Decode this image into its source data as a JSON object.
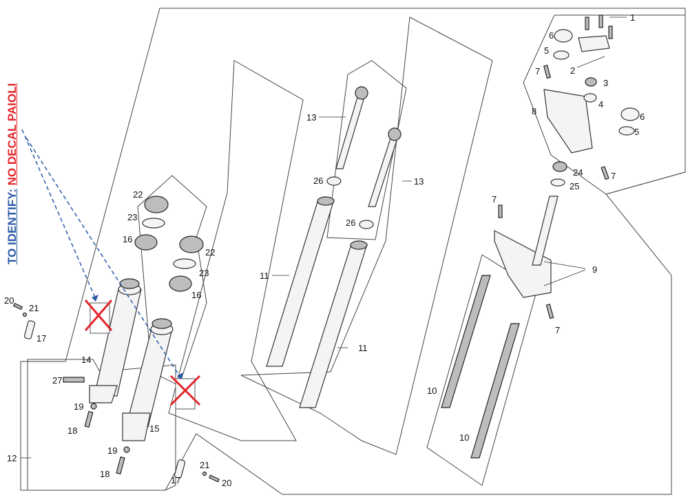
{
  "note": {
    "prefix": "TO IDENTIFY:",
    "highlight": "NO DECAL PAIOLI",
    "prefix_color": "#2a5aa8",
    "highlight_color": "#e3262a"
  },
  "callouts": {
    "c1": "1",
    "c2": "2",
    "c3": "3",
    "c4": "4",
    "c5a": "5",
    "c5b": "5",
    "c6a": "6",
    "c6b": "6",
    "c7a": "7",
    "c7b": "7",
    "c7c": "7",
    "c7d": "7",
    "c8": "8",
    "c9": "9",
    "c10a": "10",
    "c10b": "10",
    "c11a": "11",
    "c11b": "11",
    "c12": "12",
    "c13a": "13",
    "c13b": "13",
    "c14": "14",
    "c15": "15",
    "c16a": "16",
    "c16b": "16",
    "c17a": "17",
    "c17b": "17",
    "c18a": "18",
    "c18b": "18",
    "c19a": "19",
    "c19b": "19",
    "c20a": "20",
    "c20b": "20",
    "c21a": "21",
    "c21b": "21",
    "c22a": "22",
    "c22b": "22",
    "c23a": "23",
    "c23b": "23",
    "c24": "24",
    "c25": "25",
    "c26a": "26",
    "c26b": "26",
    "c27": "27"
  },
  "colors": {
    "arrow": "#2a5aa8",
    "cross": "#e3262a"
  },
  "icons": [
    "decal-crossed-icon",
    "decal-crossed-icon"
  ]
}
